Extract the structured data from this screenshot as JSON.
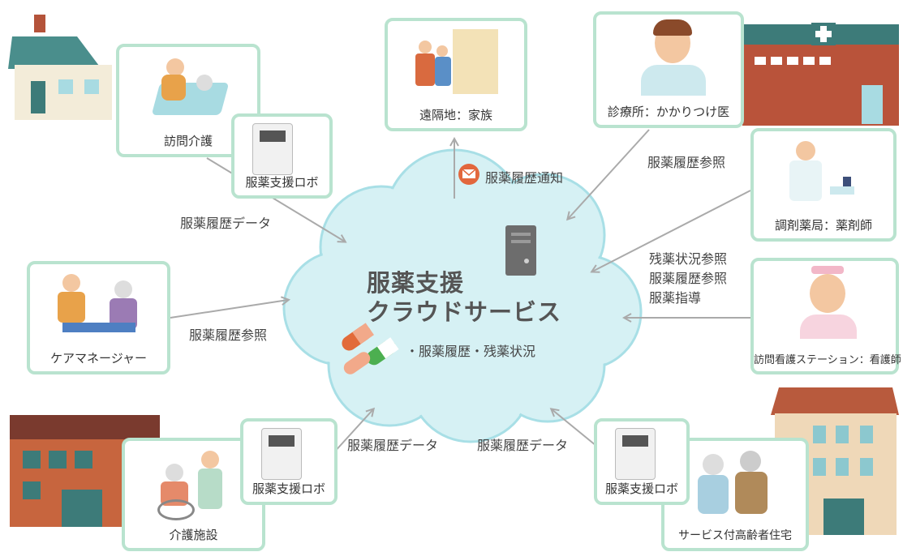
{
  "cloud": {
    "title_line1": "服薬支援",
    "title_line2": "クラウドサービス",
    "content_item": "・服薬履歴・残薬状況"
  },
  "nodes": {
    "home_care": "訪問介護",
    "family": "遠隔地：家族",
    "clinic": "診療所：かかりつけ医",
    "pharmacy": "調剤薬局：薬剤師",
    "nursing_station": "訪問看護ステーション：看護師",
    "care_manager": "ケアマネージャー",
    "care_facility": "介護施設",
    "senior_housing": "サービス付高齢者住宅",
    "robot_home": "服薬支援ロボ",
    "robot_facility": "服薬支援ロボ",
    "robot_housing": "服薬支援ロボ"
  },
  "edges": {
    "home_data": "服薬履歴データ",
    "family_notify": "服薬履歴通知",
    "clinic_ref": "服薬履歴参照",
    "pharmacy_ref_1": "残薬状況参照",
    "pharmacy_ref_2": "服薬履歴参照",
    "pharmacy_ref_3": "服薬指導",
    "care_manager_ref": "服薬履歴参照",
    "facility_data": "服薬履歴データ",
    "housing_data": "服薬履歴データ"
  },
  "colors": {
    "card_border": "#b9e3cf",
    "cloud_fill": "#d6f1f4",
    "cloud_stroke": "#a8dfe6",
    "arrow": "#aaaaaa",
    "mail_icon": "#e2673d"
  }
}
